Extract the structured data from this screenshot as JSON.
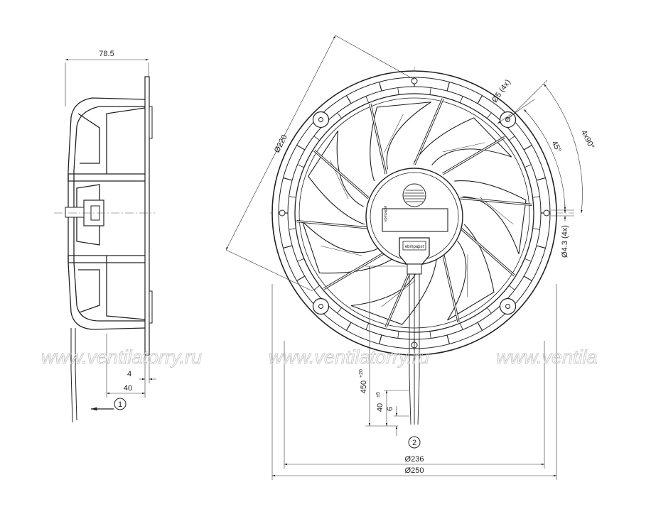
{
  "dimensions": {
    "depth": "78.5",
    "flange_thickness": "4",
    "mount_depth": "40",
    "diameter_220": "Ø220",
    "hole_5": "Ø5 (4x)",
    "angle_45": "45°",
    "angle_4x90": "4x90°",
    "hole_43": "Ø4.3 (4x)",
    "cable_length": "450",
    "cable_length_tol": "+20",
    "strip_length": "40",
    "strip_length_tol": "±5",
    "strip_end": "6",
    "diameter_236": "Ø236",
    "diameter_250": "Ø250"
  },
  "callouts": {
    "view_1": "1",
    "view_2": "2"
  },
  "brand_label": "ebmpapst",
  "watermark": [
    "www.ventilatorry.ru",
    "www.ventilatorry.ru",
    "www.ventila"
  ]
}
